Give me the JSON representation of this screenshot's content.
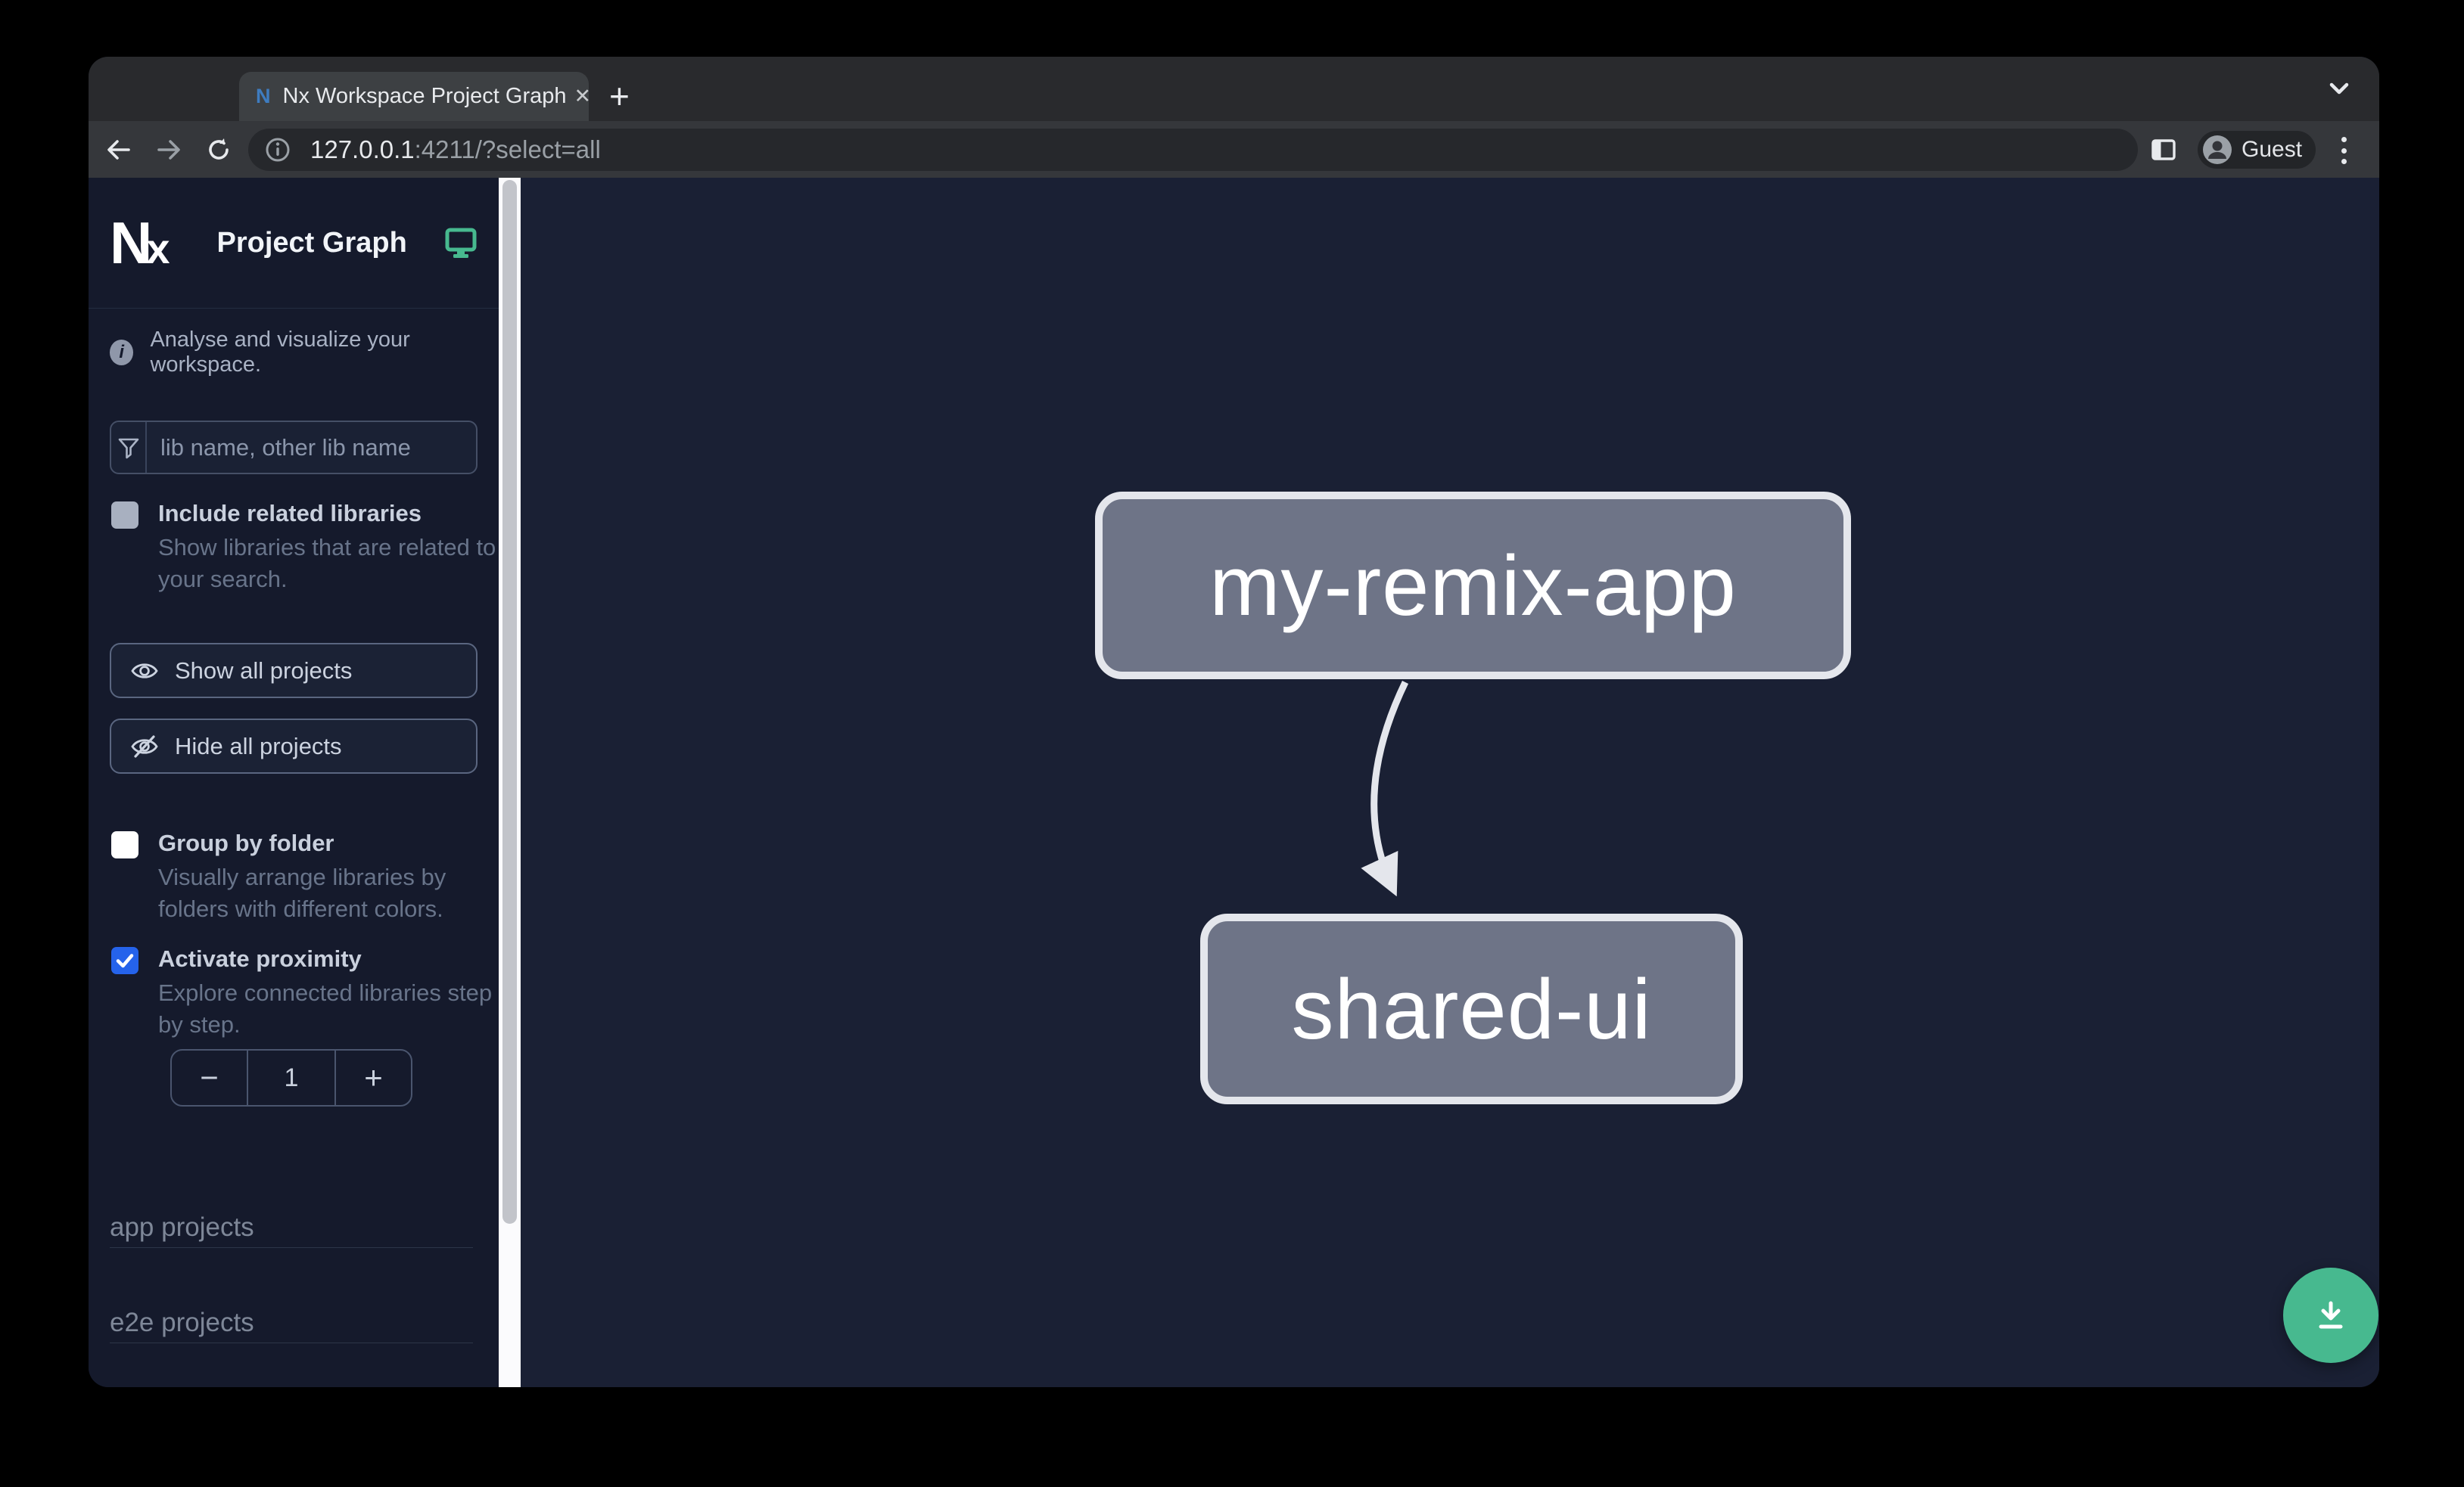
{
  "window": {
    "tab_title": "Nx Workspace Project Graph",
    "close_glyph": "✕",
    "new_tab_glyph": "+",
    "url_host": "127.0.0.1",
    "url_rest": ":4211/?select=all",
    "guest": "Guest"
  },
  "sidebar": {
    "brand_n": "N",
    "brand_x": "x",
    "title": "Project Graph",
    "info_glyph": "i",
    "tagline": "Analyse and visualize your workspace.",
    "filter": {
      "placeholder": "lib name, other lib name"
    },
    "include_related": {
      "label": "Include related libraries",
      "desc1": "Show libraries that are related to",
      "desc2": "your search.",
      "checked": false
    },
    "show_all": "Show all projects",
    "hide_all": "Hide all projects",
    "group_by_folder": {
      "label": "Group by folder",
      "desc1": "Visually arrange libraries by",
      "desc2": "folders with different colors.",
      "checked": false
    },
    "activate_proximity": {
      "label": "Activate proximity",
      "desc1": "Explore connected libraries step",
      "desc2": "by step.",
      "checked": true
    },
    "stepper": {
      "minus": "−",
      "value": "1",
      "plus": "+"
    },
    "sections": {
      "apps": "app projects",
      "e2e": "e2e projects"
    }
  },
  "graph": {
    "nodes": {
      "app": "my-remix-app",
      "lib": "shared-ui"
    },
    "edge": "my-remix-app → shared-ui"
  },
  "colors": {
    "accent_green": "#47b98f",
    "checkbox_blue": "#2563eb",
    "node_fill": "#6e7487",
    "node_border": "#e4e6ec",
    "canvas_bg": "#1a2034",
    "sidebar_bg": "#151a2c"
  }
}
